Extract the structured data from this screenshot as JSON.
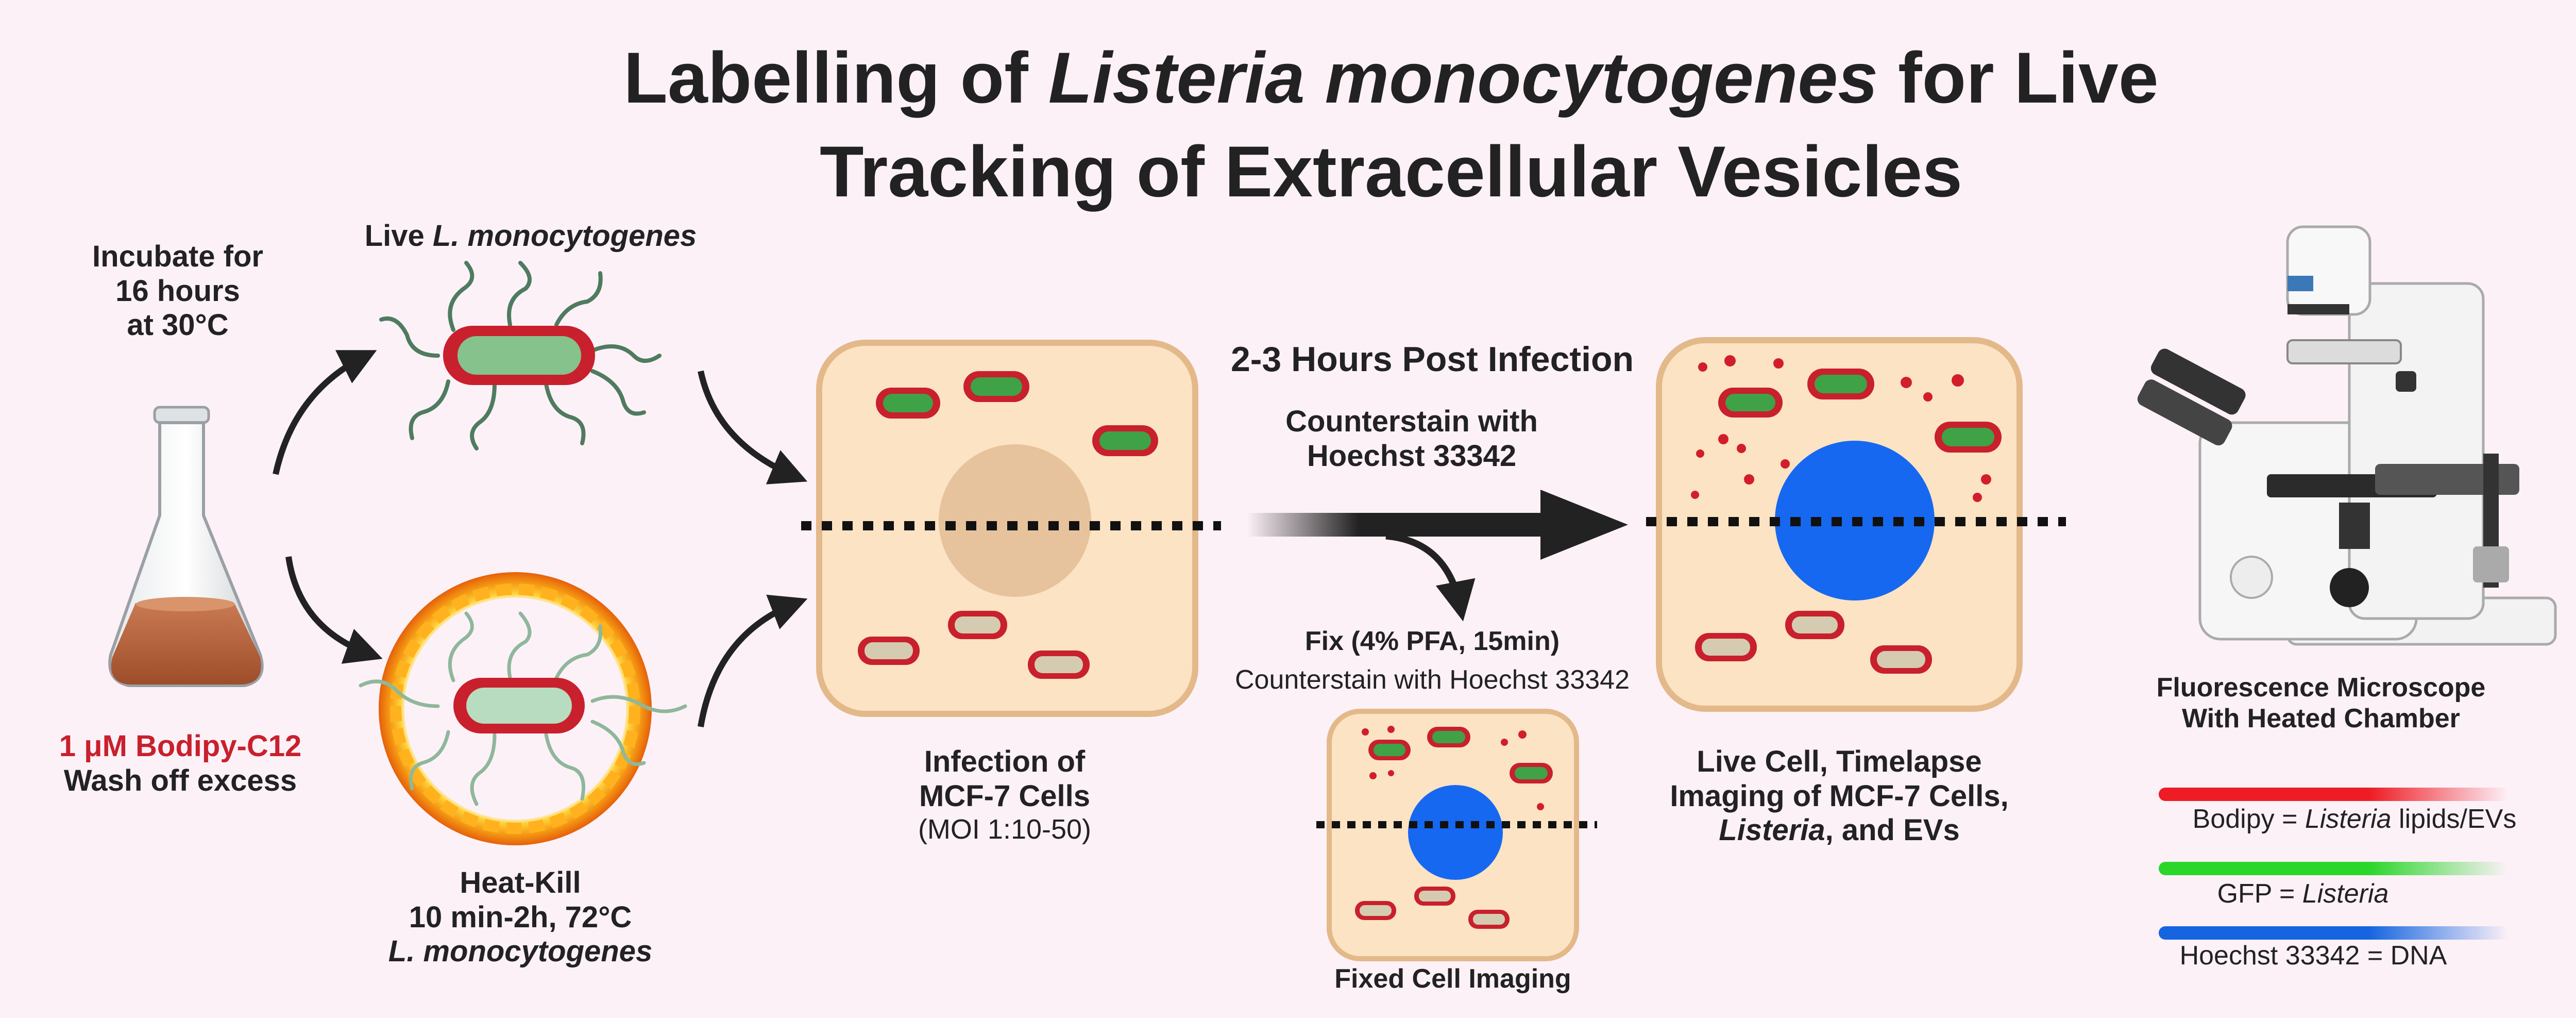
{
  "title": {
    "line1_pre": "Labelling of ",
    "line1_italic": "Listeria monocytogenes",
    "line1_post": " for Live",
    "line2": "Tracking of Extracellular Vesicles"
  },
  "flask": {
    "incubate_l1": "Incubate for",
    "incubate_l2": "16 hours",
    "incubate_l3": "at 30°C",
    "reagent": "1 μM Bodipy-C12",
    "wash": "Wash off excess"
  },
  "live_label": {
    "pre": "Live ",
    "italic": "L. monocytogenes"
  },
  "heatkill": {
    "l1": "Heat-Kill",
    "l2": "10 min-2h, 72°C",
    "l3": "L. monocytogenes"
  },
  "infection": {
    "l1": "Infection of",
    "l2": "MCF-7 Cells",
    "l3": "(MOI 1:10-50)"
  },
  "process": {
    "post_infection": "2-3 Hours Post Infection",
    "counterstain_l1": "Counterstain with",
    "counterstain_l2": "Hoechst 33342",
    "fix": "Fix (4% PFA, 15min)",
    "fix_counterstain": "Counterstain with Hoechst 33342"
  },
  "fixed_label": "Fixed Cell Imaging",
  "live_imaging": {
    "l1": "Live Cell, Timelapse",
    "l2": "Imaging of MCF-7 Cells,",
    "l3_italic": "Listeria",
    "l3_post": ", and EVs"
  },
  "microscope": {
    "l1": "Fluorescence Microscope",
    "l2": "With Heated Chamber"
  },
  "legend": [
    {
      "pre": "Bodipy = ",
      "italic": "Listeria",
      "post": " lipids/EVs",
      "color": "#ee1c24"
    },
    {
      "pre": "GFP = ",
      "italic": "Listeria",
      "post": "",
      "color": "#2bd62b"
    },
    {
      "pre": "Hoechst 33342 = DNA",
      "italic": "",
      "post": "",
      "color": "#1565e0"
    }
  ],
  "colors": {
    "cell_fill": "#fbe3c3",
    "cell_border": "#e3b98a",
    "bacteria_red": "#c8202c",
    "bacteria_green": "#3fa246",
    "nucleus_blue": "#1668f0",
    "background": "#fdf1f8"
  }
}
